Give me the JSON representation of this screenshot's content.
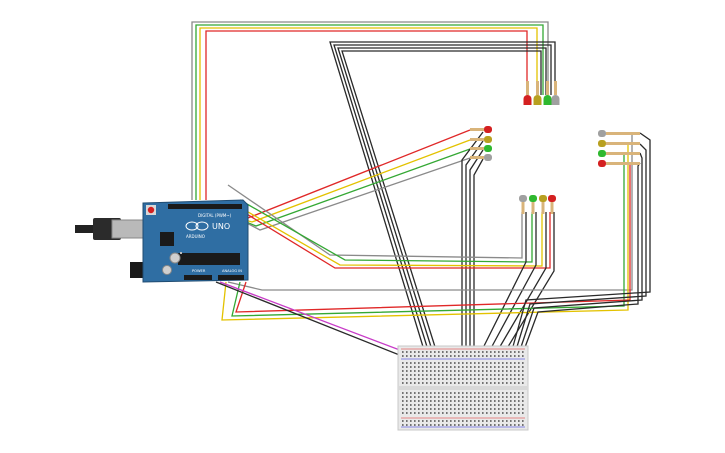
{
  "circuit": {
    "board": {
      "logo": "UNO",
      "brand": "ARDUINO",
      "digital_header_label": "DIGITAL (PWM~)",
      "power_header_label": "POWER",
      "analog_header_label": "ANALOG IN"
    },
    "colors": {
      "wire_red": "#e02828",
      "wire_yellow": "#e3c200",
      "wire_green": "#34a834",
      "wire_gray": "#8a8a8a",
      "wire_black": "#2a2a2a",
      "wire_magenta": "#c83cc8",
      "board_blue": "#2f6ea3",
      "breadboard": "#e9e9e9",
      "led_red": "#d42020",
      "led_yellow": "#b8a020",
      "led_green": "#2fb82f",
      "led_gray": "#a0a0a0",
      "resistor": "#d9b47a"
    },
    "led_groups": [
      {
        "group": "top",
        "leds": [
          "red",
          "yellow",
          "green",
          "gray"
        ]
      },
      {
        "group": "middle-left",
        "leds": [
          "red",
          "yellow",
          "green",
          "gray"
        ]
      },
      {
        "group": "middle-center",
        "leds": [
          "gray",
          "green",
          "yellow",
          "red"
        ]
      },
      {
        "group": "right",
        "leds": [
          "gray",
          "yellow",
          "green",
          "red"
        ]
      }
    ],
    "components": {
      "arduino": "arduino-uno-board",
      "breadboard": "half-breadboard",
      "usb": "usb-connector-icon",
      "power_jack": "dc-power-jack-icon"
    }
  }
}
